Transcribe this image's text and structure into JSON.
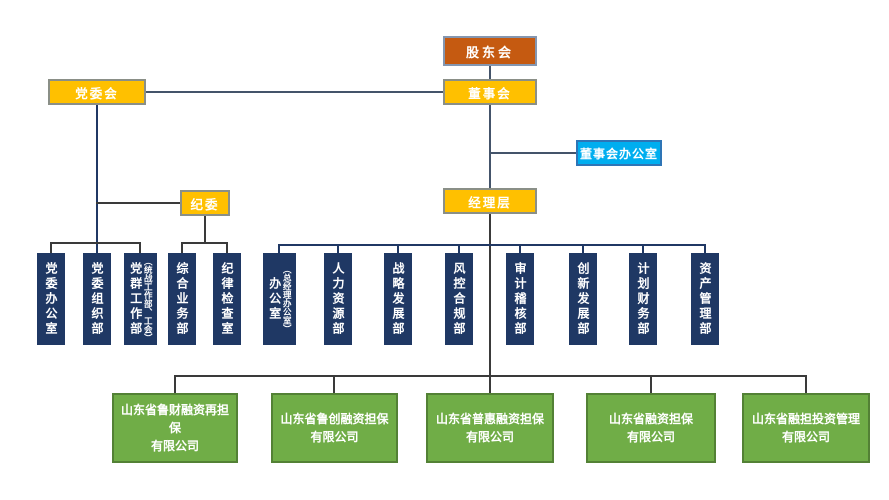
{
  "nodes": {
    "shareholders": {
      "label": "股东会"
    },
    "party_committee": {
      "label": "党委会"
    },
    "board": {
      "label": "董事会"
    },
    "board_office": {
      "label": "董事会办公室"
    },
    "discipline_committee": {
      "label": "纪委"
    },
    "management": {
      "label": "经理层"
    }
  },
  "departments": [
    {
      "label": "党委办公室"
    },
    {
      "label": "党委组织部"
    },
    {
      "label": "党群工作部",
      "sublabel": "（统战工作部、工会）"
    },
    {
      "label": "综合业务部"
    },
    {
      "label": "纪律检查室"
    },
    {
      "label": "办公室",
      "sublabel": "（总经理办公室）"
    },
    {
      "label": "人力资源部"
    },
    {
      "label": "战略发展部"
    },
    {
      "label": "风控合规部"
    },
    {
      "label": "审计稽核部"
    },
    {
      "label": "创新发展部"
    },
    {
      "label": "计划财务部"
    },
    {
      "label": "资产管理部"
    }
  ],
  "subsidiaries": [
    {
      "name": "山东省鲁财融资再担保",
      "suffix": "有限公司"
    },
    {
      "name": "山东省鲁创融资担保",
      "suffix": "有限公司"
    },
    {
      "name": "山东省普惠融资担保",
      "suffix": "有限公司"
    },
    {
      "name": "山东省融资担保",
      "suffix": "有限公司"
    },
    {
      "name": "山东省融担投资管理",
      "suffix": "有限公司"
    }
  ],
  "colors": {
    "node_orange": "#C55A11",
    "node_yellow": "#FFC000",
    "node_blue": "#00AEEF",
    "node_navy": "#1F3864",
    "node_green": "#70AD47",
    "connector_navy": "#203864",
    "connector_slate": "#44546A",
    "connector_dark": "#3A3A3A"
  }
}
